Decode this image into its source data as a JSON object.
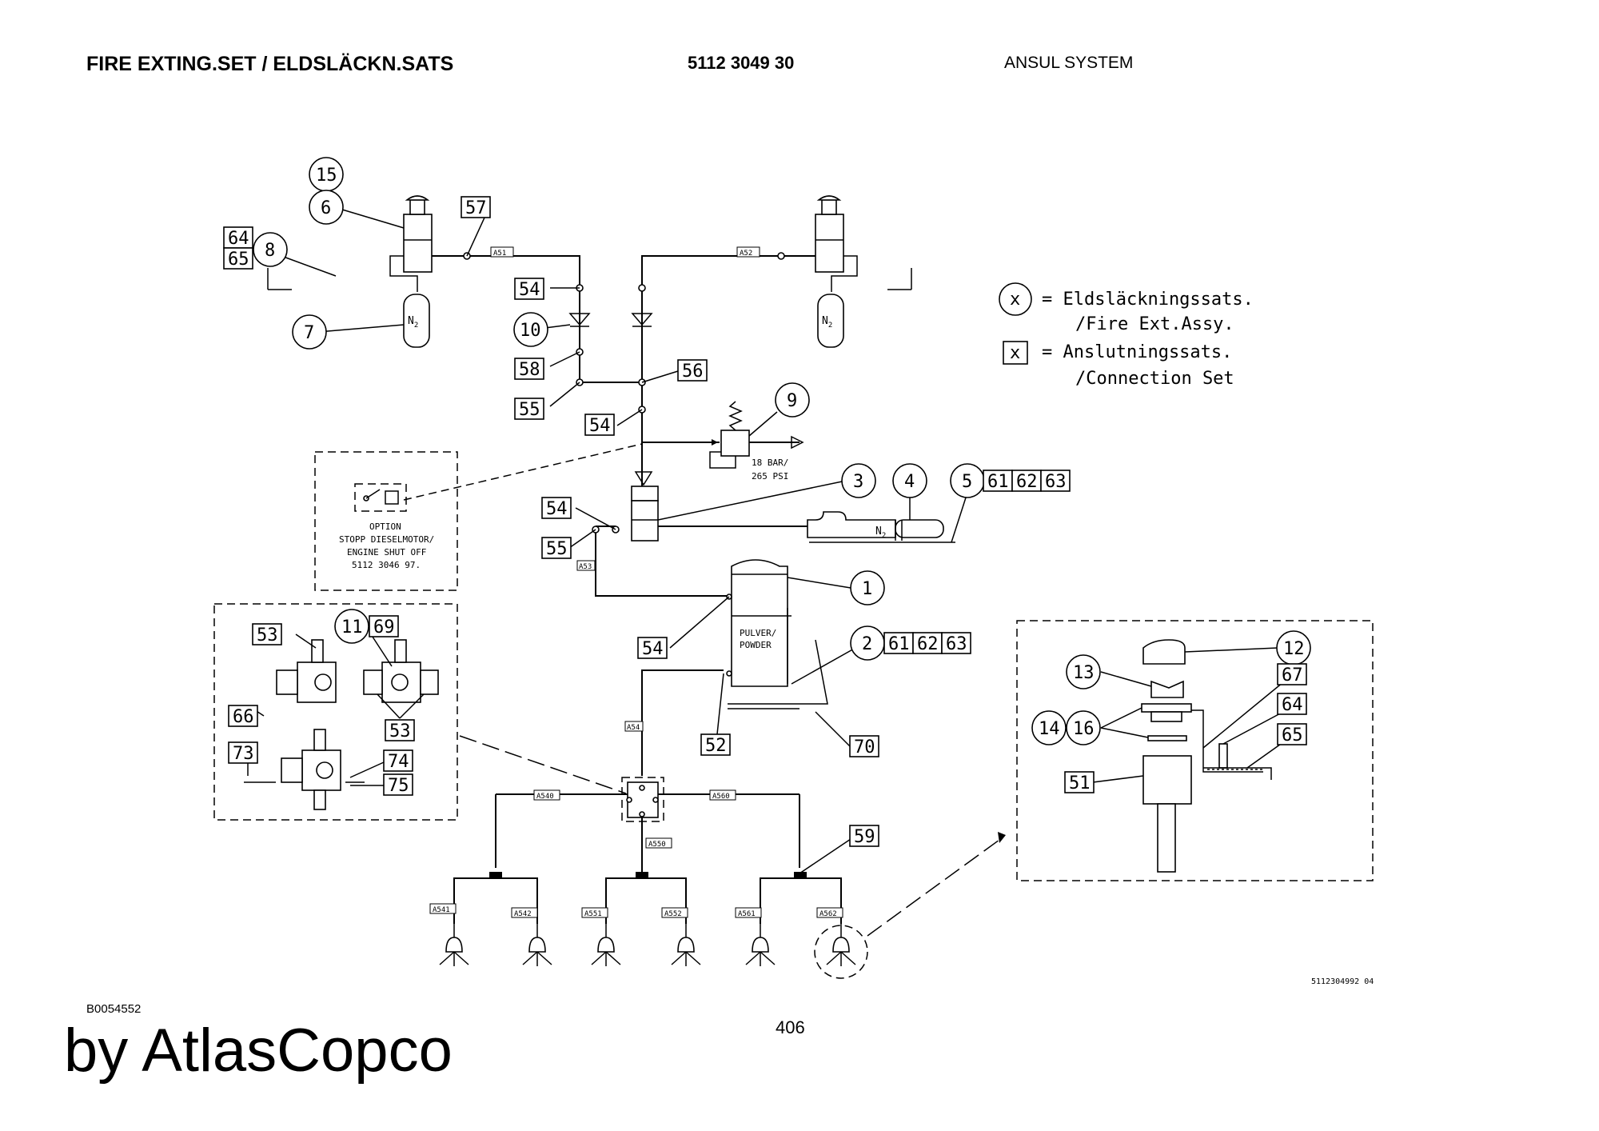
{
  "header": {
    "title": "FIRE EXTING.SET / ELDSLÄCKN.SATS",
    "part_number": "5112 3049 30",
    "system": "ANSUL SYSTEM"
  },
  "footer": {
    "code": "B0054552",
    "page": "406",
    "brand": "by AtlasCopco",
    "drawing_ref": "5112304992 04"
  },
  "legend": {
    "circle_symbol": "x",
    "box_symbol": "x",
    "circle_line1": "= Eldsläckningssats.",
    "circle_line2": "/Fire Ext.Assy.",
    "box_line1": "= Anslutningssats.",
    "box_line2": "/Connection Set"
  },
  "option_box": {
    "line1": "OPTION",
    "line2": "STOPP DIESELMOTOR/",
    "line3": "ENGINE SHUT OFF",
    "line4": "5112 3046 97."
  },
  "relief_valve": {
    "line1": "18 BAR/",
    "line2": "265 PSI"
  },
  "gas_label": {
    "n": "N",
    "sub": "2"
  },
  "tank_label": {
    "line1": "PULVER/",
    "line2": "POWDER"
  },
  "hose_tags": {
    "a51": "A51",
    "a52": "A52",
    "a53": "A53",
    "a54": "A54",
    "a540": "A540",
    "a560": "A560",
    "a550": "A550",
    "a541": "A541",
    "a542": "A542",
    "a551": "A551",
    "a552": "A552",
    "a561": "A561",
    "a562": "A562"
  },
  "callouts": {
    "c15": "15",
    "c6": "6",
    "c8": "8",
    "c7": "7",
    "c10": "10",
    "c9": "9",
    "c3": "3",
    "c4": "4",
    "c5": "5",
    "c1": "1",
    "c2": "2",
    "c11": "11",
    "c12": "12",
    "c13": "13",
    "c14": "14",
    "c16": "16",
    "b57": "57",
    "b64a": "64",
    "b65a": "65",
    "b54a": "54",
    "b58": "58",
    "b55a": "55",
    "b56": "56",
    "b54b": "54",
    "b61a": "61",
    "b62a": "62",
    "b63a": "63",
    "b54c": "54",
    "b55b": "55",
    "b54d": "54",
    "b61b": "61",
    "b62b": "62",
    "b63b": "63",
    "b70": "70",
    "b52": "52",
    "b53a": "53",
    "b69": "69",
    "b66": "66",
    "b53b": "53",
    "b73": "73",
    "b74": "74",
    "b75": "75",
    "b59": "59",
    "b67": "67",
    "b64b": "64",
    "b65b": "65",
    "b51": "51"
  }
}
